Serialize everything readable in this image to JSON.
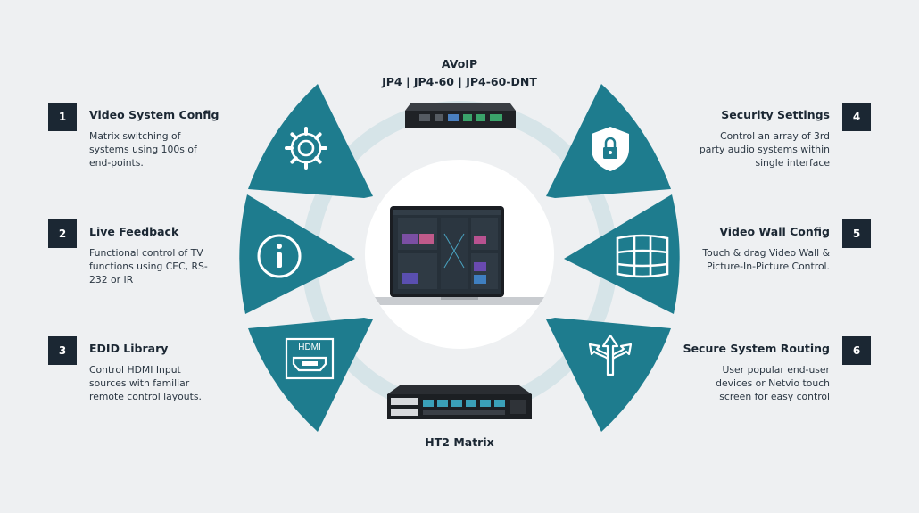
{
  "top_device": {
    "title": "AVoIP",
    "models": "JP4 | JP4-60 | JP4-60-DNT"
  },
  "bottom_device": {
    "title": "HT2 Matrix"
  },
  "features": [
    {
      "number": "1",
      "title": "Video System Config",
      "description": "Matrix switching of systems using 100s of end-points.",
      "icon": "gear-icon"
    },
    {
      "number": "2",
      "title": "Live Feedback",
      "description": "Functional control of TV functions using CEC, RS-232 or IR",
      "icon": "info-icon"
    },
    {
      "number": "3",
      "title": "EDID Library",
      "description": "Control HDMI Input sources with familiar remote control layouts.",
      "icon": "hdmi-icon"
    },
    {
      "number": "4",
      "title": "Security Settings",
      "description": "Control an array of 3rd party audio systems within single interface",
      "icon": "lock-shield-icon"
    },
    {
      "number": "5",
      "title": "Video Wall Config",
      "description": "Touch & drag Video Wall & Picture-In-Picture Control.",
      "icon": "video-wall-icon"
    },
    {
      "number": "6",
      "title": "Secure System Routing",
      "description": "User popular end-user devices or Netvio touch screen for easy control",
      "icon": "routing-arrows-icon"
    }
  ],
  "hdmi_icon_text": "HDMI",
  "colors": {
    "petal": "#1e7c8e",
    "petal_light": "#a8cdd6",
    "background": "#eef0f2",
    "dark": "#1b2733"
  }
}
